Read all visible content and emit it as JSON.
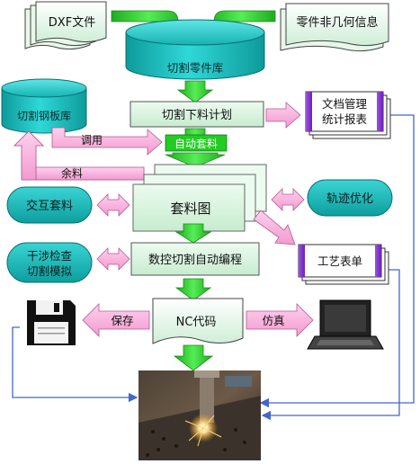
{
  "nodes": {
    "dxf_file": "DXF文件",
    "nongeometric_info": "零件非几何信息",
    "part_library": "切割零件库",
    "plate_library": "切割钢板库",
    "cutting_plan": "切割下料计划",
    "doc_report": [
      "文档管理",
      "统计报表"
    ],
    "auto_nesting": "自动套料",
    "nesting_chart": "套料图",
    "interactive_nesting": "交互套料",
    "path_optimization": "轨迹优化",
    "interference": [
      "干涉检查",
      "切割模拟"
    ],
    "cnc_programming": "数控切割自动编程",
    "process_sheet": "工艺表单",
    "nc_code": "NC代码"
  },
  "edge_labels": {
    "call": "调用",
    "remnant": "余料",
    "save": "保存",
    "simulate": "仿真"
  },
  "icons": {
    "floppy": "floppy-disk-icon",
    "laptop": "laptop-icon",
    "photo": "cutting-machine-photo"
  },
  "colors": {
    "green_arrow": "#33cc33",
    "pink_arrow": "#ffaadd",
    "teal": "#1fc9c9",
    "violet": "#7a2fc8",
    "pale_green": "#ddf7e3",
    "flow_line": "#4466cc"
  }
}
